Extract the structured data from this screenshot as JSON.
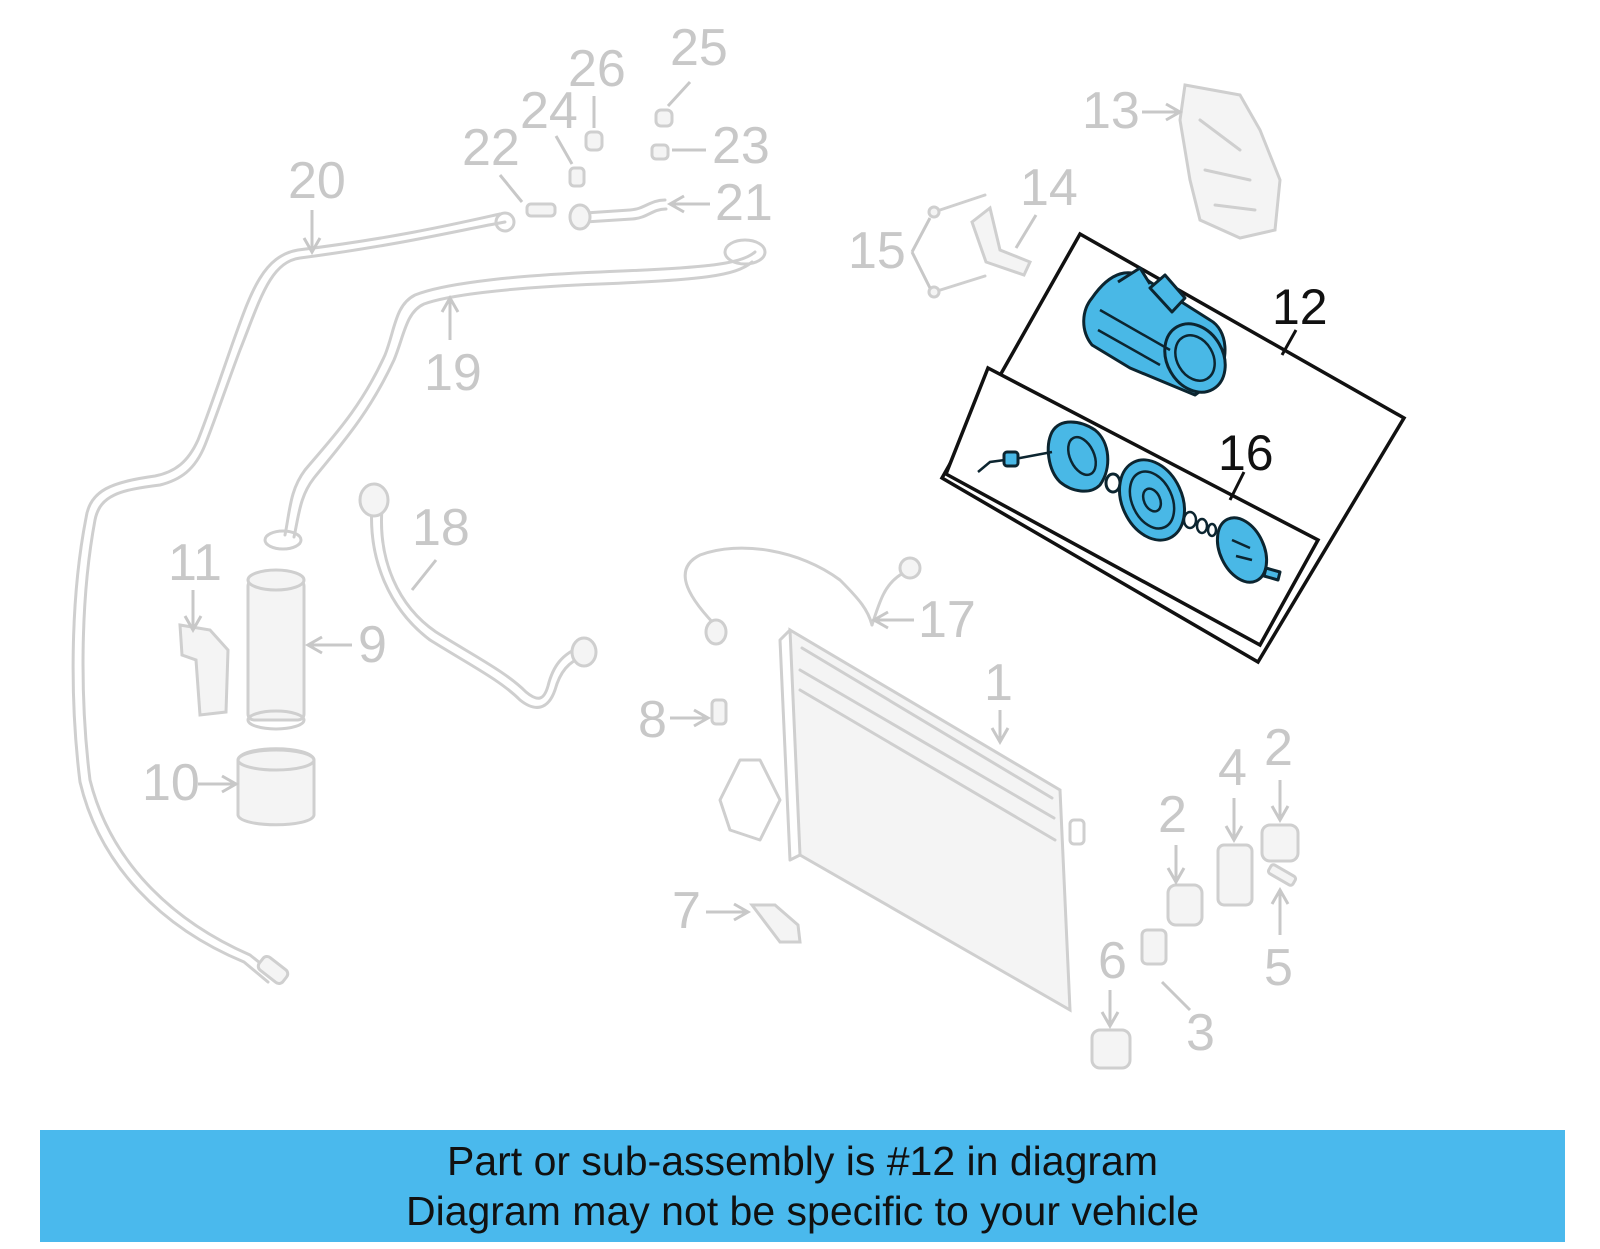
{
  "callouts": {
    "c1": "1",
    "c2a": "2",
    "c2b": "2",
    "c3": "3",
    "c4": "4",
    "c5": "5",
    "c6": "6",
    "c7": "7",
    "c8": "8",
    "c9": "9",
    "c10": "10",
    "c11": "11",
    "c12": "12",
    "c13": "13",
    "c14": "14",
    "c15": "15",
    "c16": "16",
    "c17": "17",
    "c18": "18",
    "c19": "19",
    "c20": "20",
    "c21": "21",
    "c22": "22",
    "c23": "23",
    "c24": "24",
    "c25": "25",
    "c26": "26"
  },
  "banner": {
    "line1": "Part or sub-assembly is #12 in diagram",
    "line2": "Diagram may not be specific to your vehicle"
  },
  "colors": {
    "highlight": "#49b8e6",
    "banner": "#4ab9ed",
    "ghost": "#cfcfcf"
  }
}
